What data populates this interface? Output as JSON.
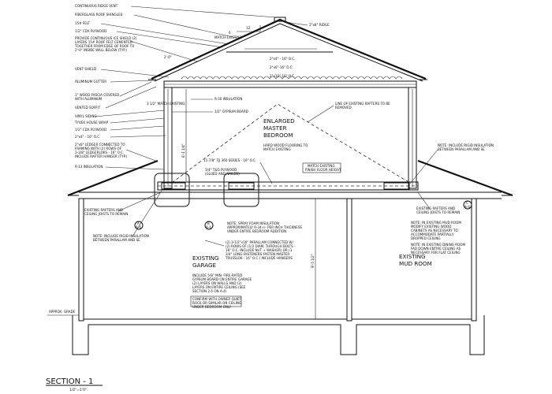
{
  "section": {
    "title": "SECTION - 1",
    "scale": "1/2\"=1'0\""
  },
  "roof": {
    "pitch": "12",
    "pitch_6": "6",
    "match_existing": "MATCH EXISTING",
    "ridge_beam": "2\"x8\" RIDGE",
    "rafter_2x4": "2\"x4\" - 16\" O.C.",
    "rafter_2x6": "2\"x6\"-16\" O.C.",
    "joist_2x10": "2\"x10\"-16\" O.C."
  },
  "left_notes": [
    "CONTINUOUS RIDGE VENT",
    "FIBERGLASS ROOF SHINGLES",
    "15# FELT",
    "1/2\" CDX PLYWOOD",
    "PROVIDE CONTINUOUS ICE SHIELD (2) LAYERS 15# ROOF FELT CEMENTED TOGETHER FROM EDGE OF ROOF TO 2'-0\" INSIDE WALL BELOW (TYP.)",
    "VENT SHIELD",
    "ALUMINUM GUTTER",
    "1\" WOOD FASCIA COVERED WITH ALUMINUM",
    "VENTED SOFFIT",
    "VINYL SIDING",
    "TYVEK HOUSE WRAP",
    "1/2\" CDX PLYWOOD",
    "2\"x4\" - 16\" O.C.",
    "2\"x6\" LEDGER CONNECTED TO FRAMING WITH (2) ROWS OF 3-3/8\" LEDGERLOKS - 16\" O.C. INCLUDE RAFTER HANGER (TYP.)",
    "R-13 INSULATION"
  ],
  "lower_notes": {
    "existing_rafters": "EXISTING RAFTERS AND CEILING JOISTS TO REMAIN",
    "rigid_left": "NOTE: INCLUDE RIGID INSULATION BETWEEN PARALLAM AND SE",
    "spray_foam": "NOTE: SPRAY FOAM INSULATION APPROXIMATELY R-34+/- PER INCH THICKNESS UNDER ENTIRE BEDROOM ADDITION",
    "parallam": "(2) 3-1/2\"x16\" PARALLAM CONNECTED W/ (2) ROWS OF (1/2 DIAM. THROUGH BOLTS - 16\" O.C. INCLUDE NUT + WASHER) OR (3 3/4\" LONG FASTENERS FASTEN MASTER TRUSSLOK - 16\" O.C.) INCLUDE HANGERS",
    "garage_board": "INCLUDE 5/8\" MIN. FIRE-RATED GYPSUM BOARD ON ENTIRE GARAGE (2) LAYERS ON WALLS AND (2) LAYERS ON ENTIRE CEILING (SEE SECTION 2-5 ON A-4)",
    "confirm": "CONFIRM WITH OWNER QUIET ROCK OR SIMILAR ON CEILING UNDER BEDROOM ONLY"
  },
  "upper_notes": {
    "r30": "R-30 INSULATION",
    "gypsum": "1/2\" GYPSUM BOARD",
    "existing_line": "LINE OF EXISTING RAFTERS TO BE REMOVED",
    "hardwood": "HARD WOOD FLOORING TO MATCH EXISTING",
    "tji": "11-7/8\" TJI 360 SERIES - 16\" O.C.",
    "plywood": "3/4\" T&G PLYWOOD (GLUED AND NAILED)",
    "finish_floor": "MATCH EXISTING FINISH FLOOR HEIGHT",
    "match_existing_left": "3 1/2\" MATCH EXISTING"
  },
  "right_notes": {
    "rigid_right": "NOTE: INCLUDE RIGID INSULATION BETWEEN PARALLAM AND SE",
    "existing_rafters_right": "EXISTING RAFTERS AND CEILING JOISTS TO REMAIN",
    "mud_room_note": "NOTE: IN EXISTING MUD ROOM MODIFY EXISTING WOOD CABINETS AS NECESSARY TO ACCOMMODATE PARTIALLY DROPPED CEILING",
    "dining_note": "NOTE: IN EXISTING DINING ROOM FAD DOWN ENTIRE CEILING AS NECESSARY FOR FLAT CEILING"
  },
  "rooms": {
    "master_line1": "ENLARGED",
    "master_line2": "MASTER",
    "master_line3": "BEDROOM",
    "garage_line1": "EXISTING",
    "garage_line2": "GARAGE",
    "mud_line1": "EXISTING",
    "mud_line2": "MUD ROOM"
  },
  "dimensions": {
    "upper_height": "8'-1 1/4\"",
    "garage_height": "9'-5 1/2\"",
    "overhang": "2'-0\""
  },
  "misc": {
    "approx_grade": "APPROX. GRADE",
    "callout_a": "A",
    "callout_b": "B",
    "callout_c": "C",
    "callout_a_sub": "A-4",
    "callout_b_sub": "A-4",
    "callout_c_sub": "A-4"
  }
}
